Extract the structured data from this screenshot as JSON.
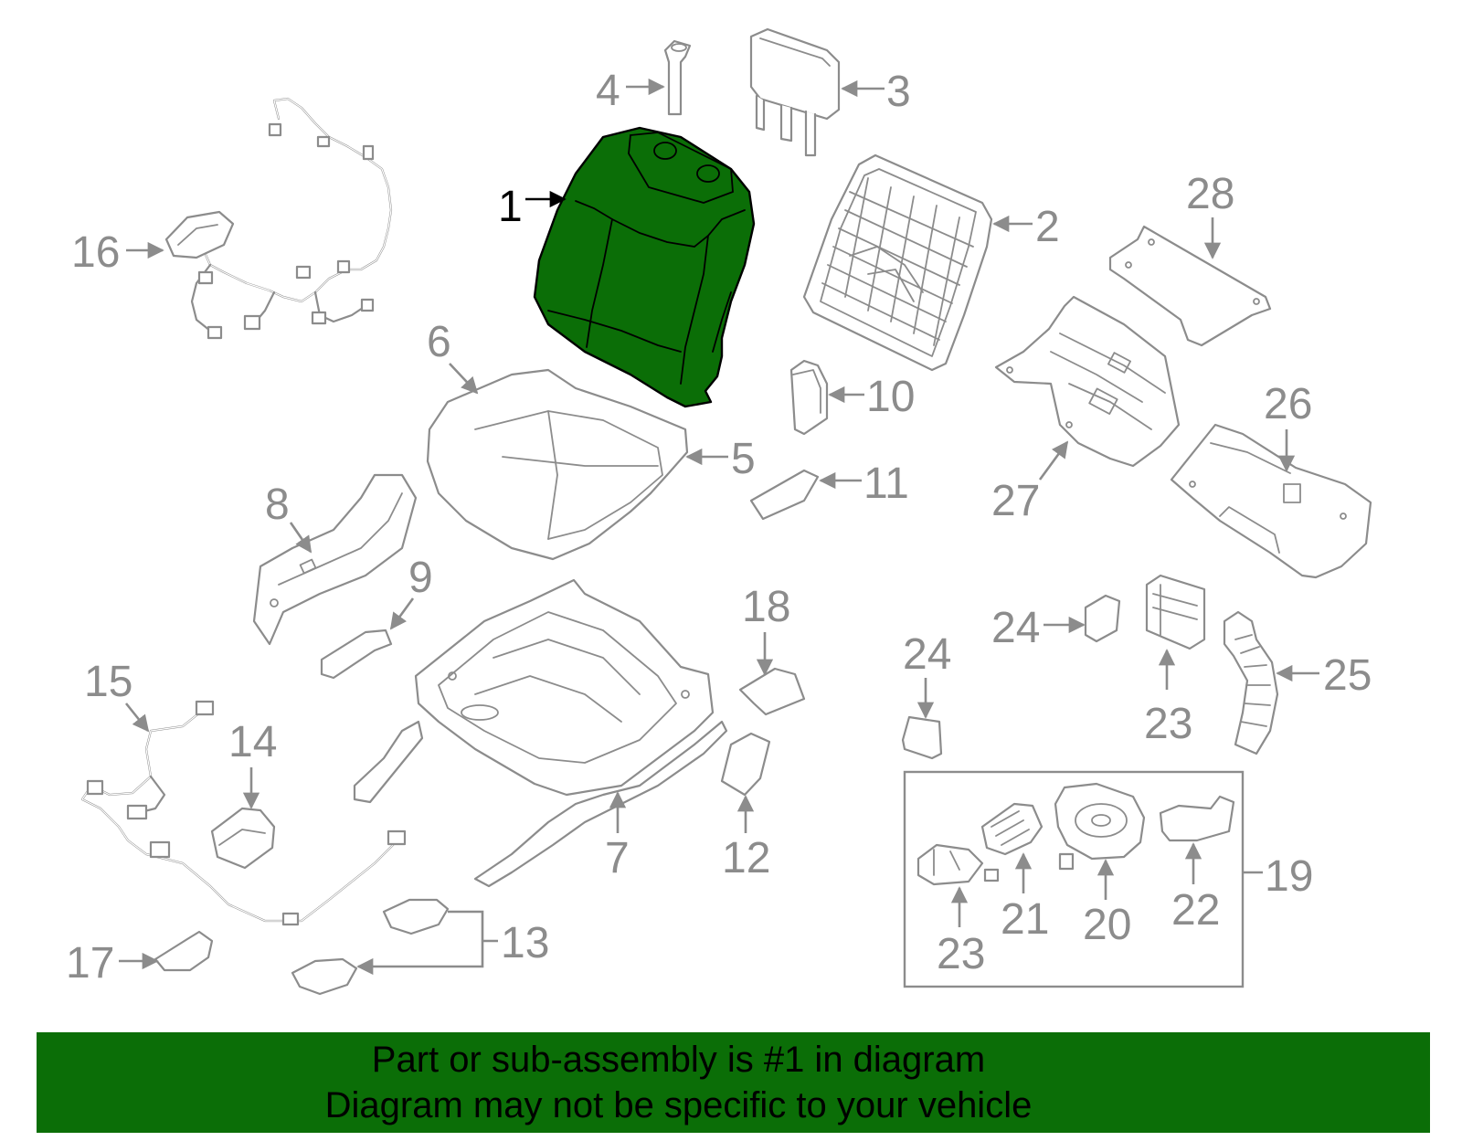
{
  "highlighted_part": "1",
  "colors": {
    "highlight": "#0b6e07",
    "line": "#8c8c8c",
    "label_active": "#000000",
    "banner_text": "#000000"
  },
  "callouts": [
    {
      "id": "1",
      "text": "1"
    },
    {
      "id": "2",
      "text": "2"
    },
    {
      "id": "3",
      "text": "3"
    },
    {
      "id": "4",
      "text": "4"
    },
    {
      "id": "5",
      "text": "5"
    },
    {
      "id": "6",
      "text": "6"
    },
    {
      "id": "7",
      "text": "7"
    },
    {
      "id": "8",
      "text": "8"
    },
    {
      "id": "9",
      "text": "9"
    },
    {
      "id": "10",
      "text": "10"
    },
    {
      "id": "11",
      "text": "11"
    },
    {
      "id": "12",
      "text": "12"
    },
    {
      "id": "13",
      "text": "13"
    },
    {
      "id": "14",
      "text": "14"
    },
    {
      "id": "15",
      "text": "15"
    },
    {
      "id": "16",
      "text": "16"
    },
    {
      "id": "17",
      "text": "17"
    },
    {
      "id": "18",
      "text": "18"
    },
    {
      "id": "19",
      "text": "19"
    },
    {
      "id": "20",
      "text": "20"
    },
    {
      "id": "21",
      "text": "21"
    },
    {
      "id": "22",
      "text": "22"
    },
    {
      "id": "23a",
      "text": "23"
    },
    {
      "id": "23b",
      "text": "23"
    },
    {
      "id": "24a",
      "text": "24"
    },
    {
      "id": "24b",
      "text": "24"
    },
    {
      "id": "25",
      "text": "25"
    },
    {
      "id": "26",
      "text": "26"
    },
    {
      "id": "27",
      "text": "27"
    },
    {
      "id": "28",
      "text": "28"
    }
  ],
  "footer": {
    "line1": "Part or sub-assembly is #1 in diagram",
    "line2": "Diagram may not be specific to your vehicle"
  }
}
